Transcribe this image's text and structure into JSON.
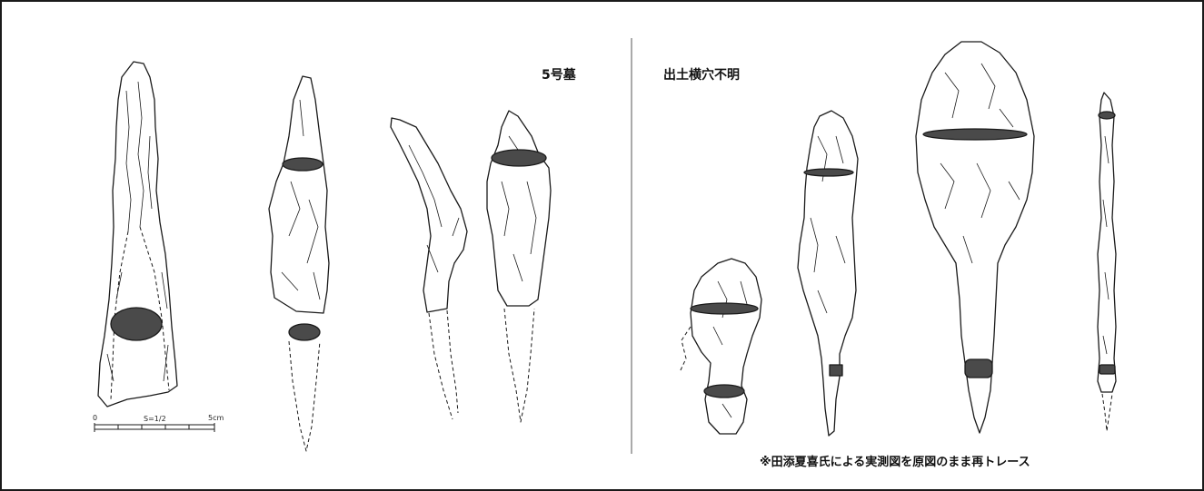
{
  "labels": {
    "left_group": "5号墓",
    "right_group": "出土横穴不明",
    "note": "※田添夏喜氏による実測図を原図のまま再トレース"
  },
  "scale_bar": {
    "start": "0",
    "ratio": "S=1/2",
    "end": "5cm"
  },
  "colors": {
    "line": "#1a1a1a",
    "section_fill": "#4a4a4a",
    "background": "#ffffff"
  }
}
